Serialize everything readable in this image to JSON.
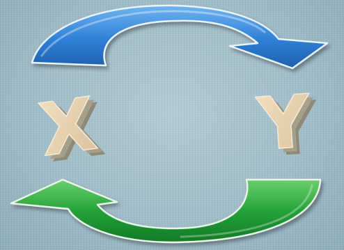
{
  "diagram": {
    "left_label": "X",
    "right_label": "Y",
    "top_arrow": {
      "direction": "left-to-right",
      "color": "#2f7fd6",
      "color_light": "#5aa6ec"
    },
    "bottom_arrow": {
      "direction": "right-to-left",
      "color": "#1f9a35",
      "color_light": "#56c25e"
    },
    "letter_color": "#e9d4b4",
    "letter_side_color": "#8f8a78"
  }
}
